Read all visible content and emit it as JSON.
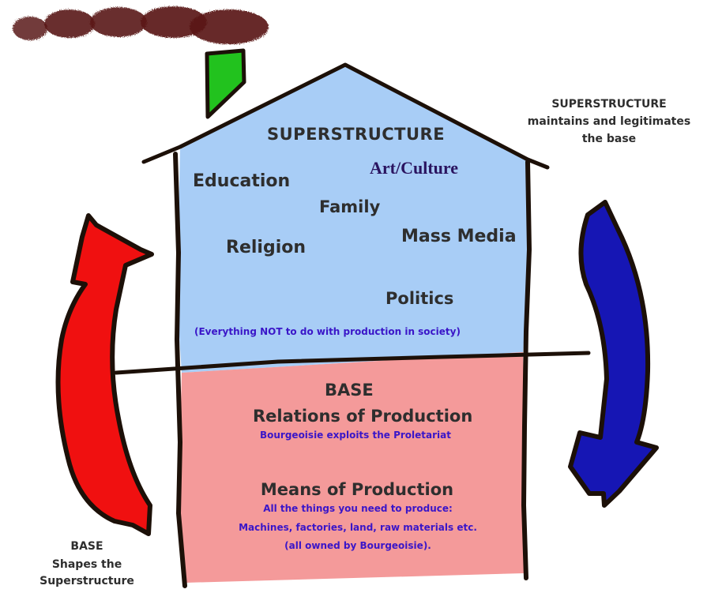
{
  "superstructure": {
    "heading": "SUPERSTRUCTURE",
    "items": {
      "education": "Education",
      "art_culture": "Art/Culture",
      "family": "Family",
      "religion": "Religion",
      "mass_media": "Mass Media",
      "politics": "Politics"
    },
    "note": "(Everything NOT to do with production in society)"
  },
  "base": {
    "heading": "BASE",
    "relations_title": "Relations of Production",
    "relations_desc": "Bourgeoisie exploits the Proletariat",
    "means_title": "Means of Production",
    "means_line1": "All the things you need to produce:",
    "means_line2": "Machines, factories, land, raw materials etc.",
    "means_line3": "(all owned by Bourgeoisie)."
  },
  "side_right": {
    "line1": "SUPERSTRUCTURE",
    "line2": "maintains and legitimates",
    "line3": "the base"
  },
  "side_left": {
    "line1": "BASE",
    "line2": "Shapes the",
    "line3": "Superstructure"
  },
  "colors": {
    "superstructure_fill": "#a8cdf6",
    "base_fill": "#f49a9a",
    "chimney": "#22c21e",
    "smoke": "#5a1a14",
    "red_arrow": "#f01010",
    "blue_arrow": "#1616b4",
    "outline": "#1c1008",
    "purple_text": "#3a16c8"
  }
}
